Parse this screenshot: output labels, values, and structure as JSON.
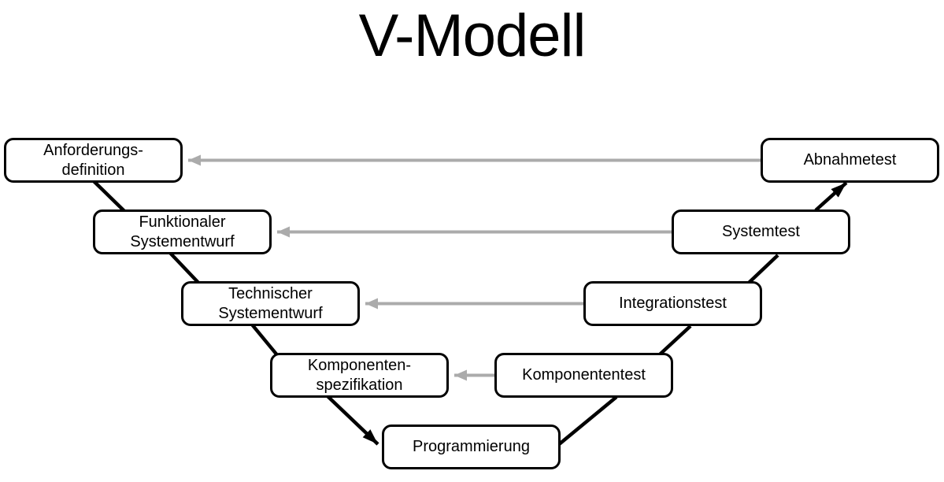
{
  "title": "V-Modell",
  "diagram": {
    "nodes": [
      {
        "id": "anforderungsdefinition",
        "label": "Anforderungs-\ndefinition"
      },
      {
        "id": "funktionaler-systementwurf",
        "label": "Funktionaler\nSystementwurf"
      },
      {
        "id": "technischer-systementwurf",
        "label": "Technischer\nSystementwurf"
      },
      {
        "id": "komponentenspezifikation",
        "label": "Komponenten-\nspezifikation"
      },
      {
        "id": "programmierung",
        "label": "Programmierung"
      },
      {
        "id": "komponententest",
        "label": "Komponententest"
      },
      {
        "id": "integrationstest",
        "label": "Integrationstest"
      },
      {
        "id": "systemtest",
        "label": "Systemtest"
      },
      {
        "id": "abnahmetest",
        "label": "Abnahmetest"
      }
    ],
    "flow_edges": [
      {
        "from": "Anforderungs-definition",
        "to": "Funktionaler Systementwurf",
        "arrowhead": false
      },
      {
        "from": "Funktionaler Systementwurf",
        "to": "Technischer Systementwurf",
        "arrowhead": false
      },
      {
        "from": "Technischer Systementwurf",
        "to": "Komponenten-spezifikation",
        "arrowhead": false
      },
      {
        "from": "Komponenten-spezifikation",
        "to": "Programmierung",
        "arrowhead": true
      },
      {
        "from": "Programmierung",
        "to": "Komponententest",
        "arrowhead": false
      },
      {
        "from": "Komponententest",
        "to": "Integrationstest",
        "arrowhead": false
      },
      {
        "from": "Integrationstest",
        "to": "Systemtest",
        "arrowhead": false
      },
      {
        "from": "Systemtest",
        "to": "Abnahmetest",
        "arrowhead": true
      }
    ],
    "verification_edges": [
      {
        "from": "Abnahmetest",
        "to": "Anforderungs-definition",
        "arrowhead": true
      },
      {
        "from": "Systemtest",
        "to": "Funktionaler Systementwurf",
        "arrowhead": true
      },
      {
        "from": "Integrationstest",
        "to": "Technischer Systementwurf",
        "arrowhead": true
      },
      {
        "from": "Komponententest",
        "to": "Komponenten-spezifikation",
        "arrowhead": true
      }
    ],
    "colors": {
      "box_border": "#000000",
      "box_fill": "#ffffff",
      "flow_line": "#000000",
      "verification_line": "#ababab",
      "text": "#000000"
    }
  }
}
